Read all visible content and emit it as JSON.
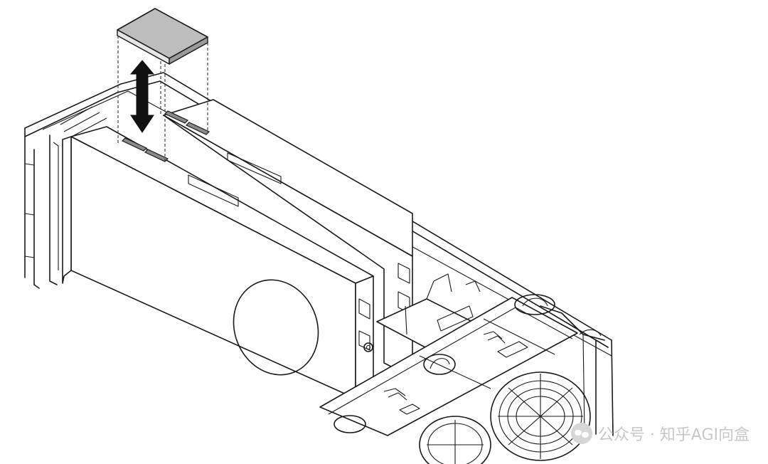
{
  "watermark": {
    "source_label": "公众号 · 知乎AGI向盒",
    "icon": "wechat-icon"
  },
  "colors": {
    "line": "#1a1a1a",
    "bridge_fill": "#bdbdbd",
    "connector_fill": "#8a8a8a",
    "watermark": "#c8c8c8"
  },
  "parts": [
    "nvlink-bridge",
    "gpu-card-front",
    "gpu-card-rear",
    "chassis",
    "fan-cage",
    "install-arrow"
  ]
}
